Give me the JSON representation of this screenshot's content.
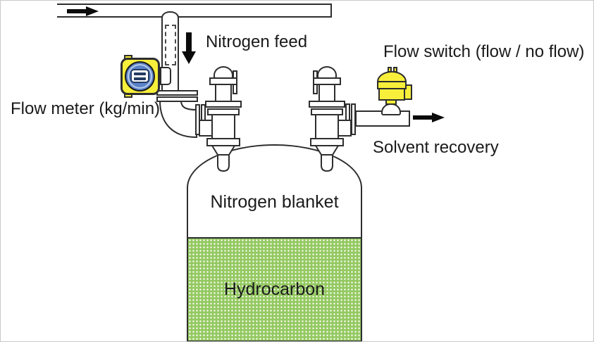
{
  "labels": {
    "nitrogen_feed": "Nitrogen feed",
    "flow_meter": "Flow meter (kg/min)",
    "flow_switch": "Flow switch (flow / no flow)",
    "solvent_recovery": "Solvent recovery",
    "nitrogen_blanket": "Nitrogen blanket",
    "hydrocarbon": "Hydrocarbon"
  },
  "arrows": [
    {
      "name": "inlet-flow",
      "direction": "right"
    },
    {
      "name": "nitrogen-feed-flow",
      "direction": "down"
    },
    {
      "name": "solvent-recovery-flow",
      "direction": "right"
    }
  ],
  "colors": {
    "instrument_yellow": "#f8ef3b",
    "meter_face_blue": "#5b83c9",
    "meter_face_inner": "#b9cbe9",
    "display_navy": "#243b63",
    "liquid_green": "#94c961",
    "line": "#2e2e2e",
    "text": "#1a1a1a",
    "arrow_black": "#0b0b0b"
  }
}
